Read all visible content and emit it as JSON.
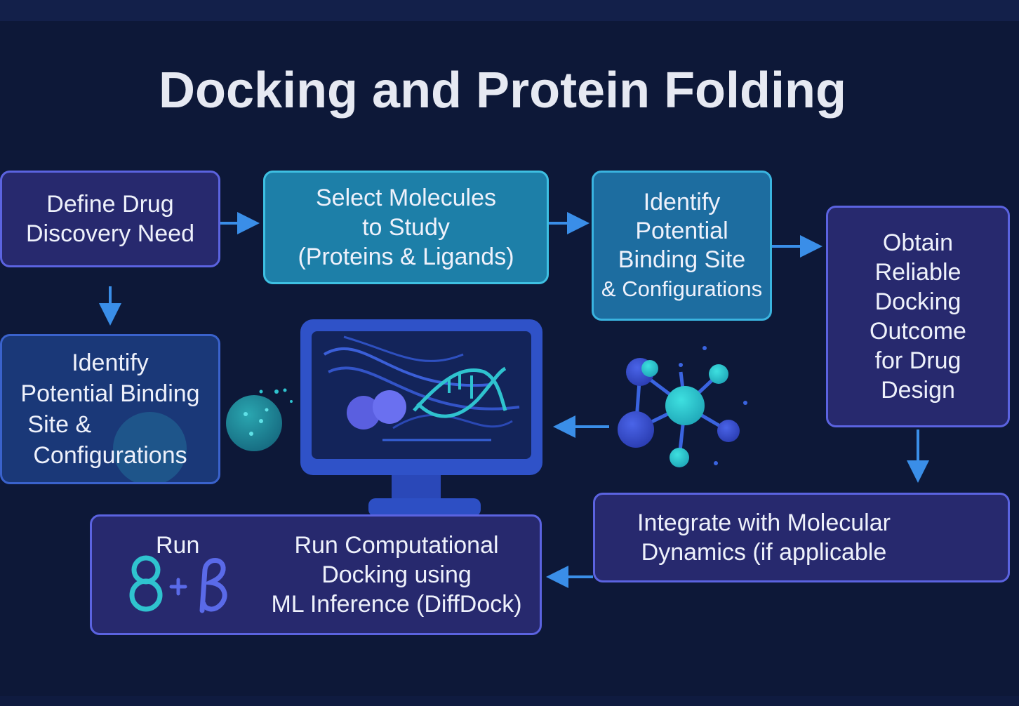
{
  "title": "Docking and Protein Folding",
  "colors": {
    "background": "#0d1838",
    "purple_box": "#27296e",
    "teal_box": "#1d7fa8",
    "arrow": "#3a8ee8",
    "accent_teal": "#2fc3cf"
  },
  "steps": {
    "define_need": [
      "Define Drug",
      "Discovery Need"
    ],
    "select_molecules": [
      "Select Molecules",
      "to Study",
      "(Proteins & Ligands)"
    ],
    "identify_site_top": [
      "Identify",
      "Potential",
      "Binding Site",
      "& Configurations"
    ],
    "obtain_outcome": [
      "Obtain",
      "Reliable",
      "Docking",
      "Outcome",
      "for Drug",
      "Design"
    ],
    "identify_site_left": [
      "Identify",
      "Potential Binding",
      "Site &",
      "Configurations"
    ],
    "integrate_md": [
      "Integrate with Molecular",
      "Dynamics (if applicable"
    ],
    "run_label": "Run",
    "run_docking": [
      "Run Computational",
      "Docking using",
      "ML Inference (DiffDock)"
    ]
  },
  "icons": [
    "monitor-icon",
    "dna-helix-icon",
    "molecule-network-icon",
    "cell-sphere-icon",
    "run-glyph-icon"
  ]
}
